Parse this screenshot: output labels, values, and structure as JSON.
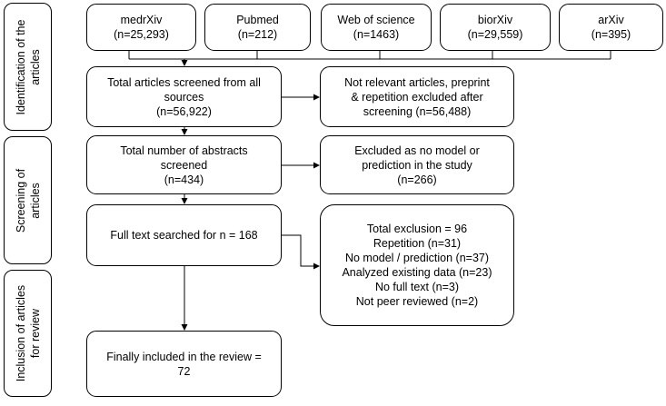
{
  "stages": [
    {
      "lines": [
        "Identification of the",
        "articles"
      ]
    },
    {
      "lines": [
        "Screening of",
        "articles"
      ]
    },
    {
      "lines": [
        "Inclusion of articles",
        "for review"
      ]
    }
  ],
  "sources": [
    {
      "lines": [
        "medrXiv",
        "(n=25,293)"
      ]
    },
    {
      "lines": [
        "Pubmed",
        "(n=212)"
      ]
    },
    {
      "lines": [
        "Web of science",
        "(n=1463)"
      ]
    },
    {
      "lines": [
        "biorXiv",
        "(n=29,559)"
      ]
    },
    {
      "lines": [
        "arXiv",
        "(n=395)"
      ]
    }
  ],
  "flow": [
    {
      "lines": [
        "Total articles screened from all",
        "sources",
        "(n=56,922)"
      ]
    },
    {
      "lines": [
        "Total number of abstracts",
        "screened",
        "(n=434)"
      ]
    },
    {
      "lines": [
        "Full text searched for n = 168"
      ]
    },
    {
      "lines": [
        "Finally included in the review =",
        "72"
      ]
    }
  ],
  "exclusions": [
    {
      "lines": [
        "Not relevant articles, preprint",
        "& repetition excluded after",
        "screening (n=56,488)"
      ]
    },
    {
      "lines": [
        "Excluded as no model or",
        "prediction in the study",
        "(n=266)"
      ]
    },
    {
      "lines": [
        "Total exclusion = 96",
        "Repetition (n=31)",
        "No model / prediction (n=37)",
        "Analyzed existing data (n=23)",
        "No full text (n=3)",
        "Not peer reviewed (n=2)"
      ]
    }
  ]
}
